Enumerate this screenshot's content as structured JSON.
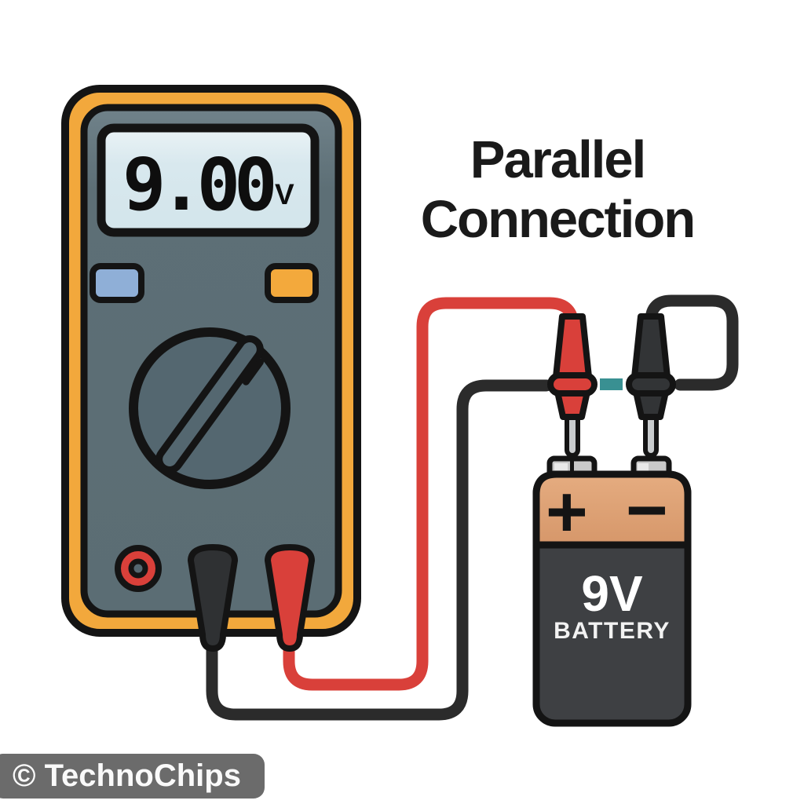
{
  "title": {
    "line1": "Parallel",
    "line2": "Connection"
  },
  "multimeter": {
    "display": {
      "value": "9.00",
      "unit": "V"
    }
  },
  "battery": {
    "voltage_label": "9V",
    "type_label": "BATTERY",
    "positive_symbol": "+",
    "negative_symbol": "−"
  },
  "watermark": {
    "text": "© TechnoChips"
  },
  "colors": {
    "meter_frame_yellow": "#F2A83C",
    "meter_body_gray": "#5D6F76",
    "dial_gray": "#546770",
    "lcd_background": "#D8E8EE",
    "button_blue": "#8FAFD7",
    "button_orange": "#F3A93C",
    "lead_red": "#D9403A",
    "lead_black": "#2B2B2B",
    "probe_dark": "#323436",
    "probe_tip_silver": "#C9CCCE",
    "battery_top_tan": "#DB9C6C",
    "battery_body_dark": "#3E4043",
    "terminal_gray": "#C9C9C9",
    "connection_dash_teal": "#399092",
    "watermark_background": "#6B6B6B",
    "outline_black": "#141414"
  }
}
